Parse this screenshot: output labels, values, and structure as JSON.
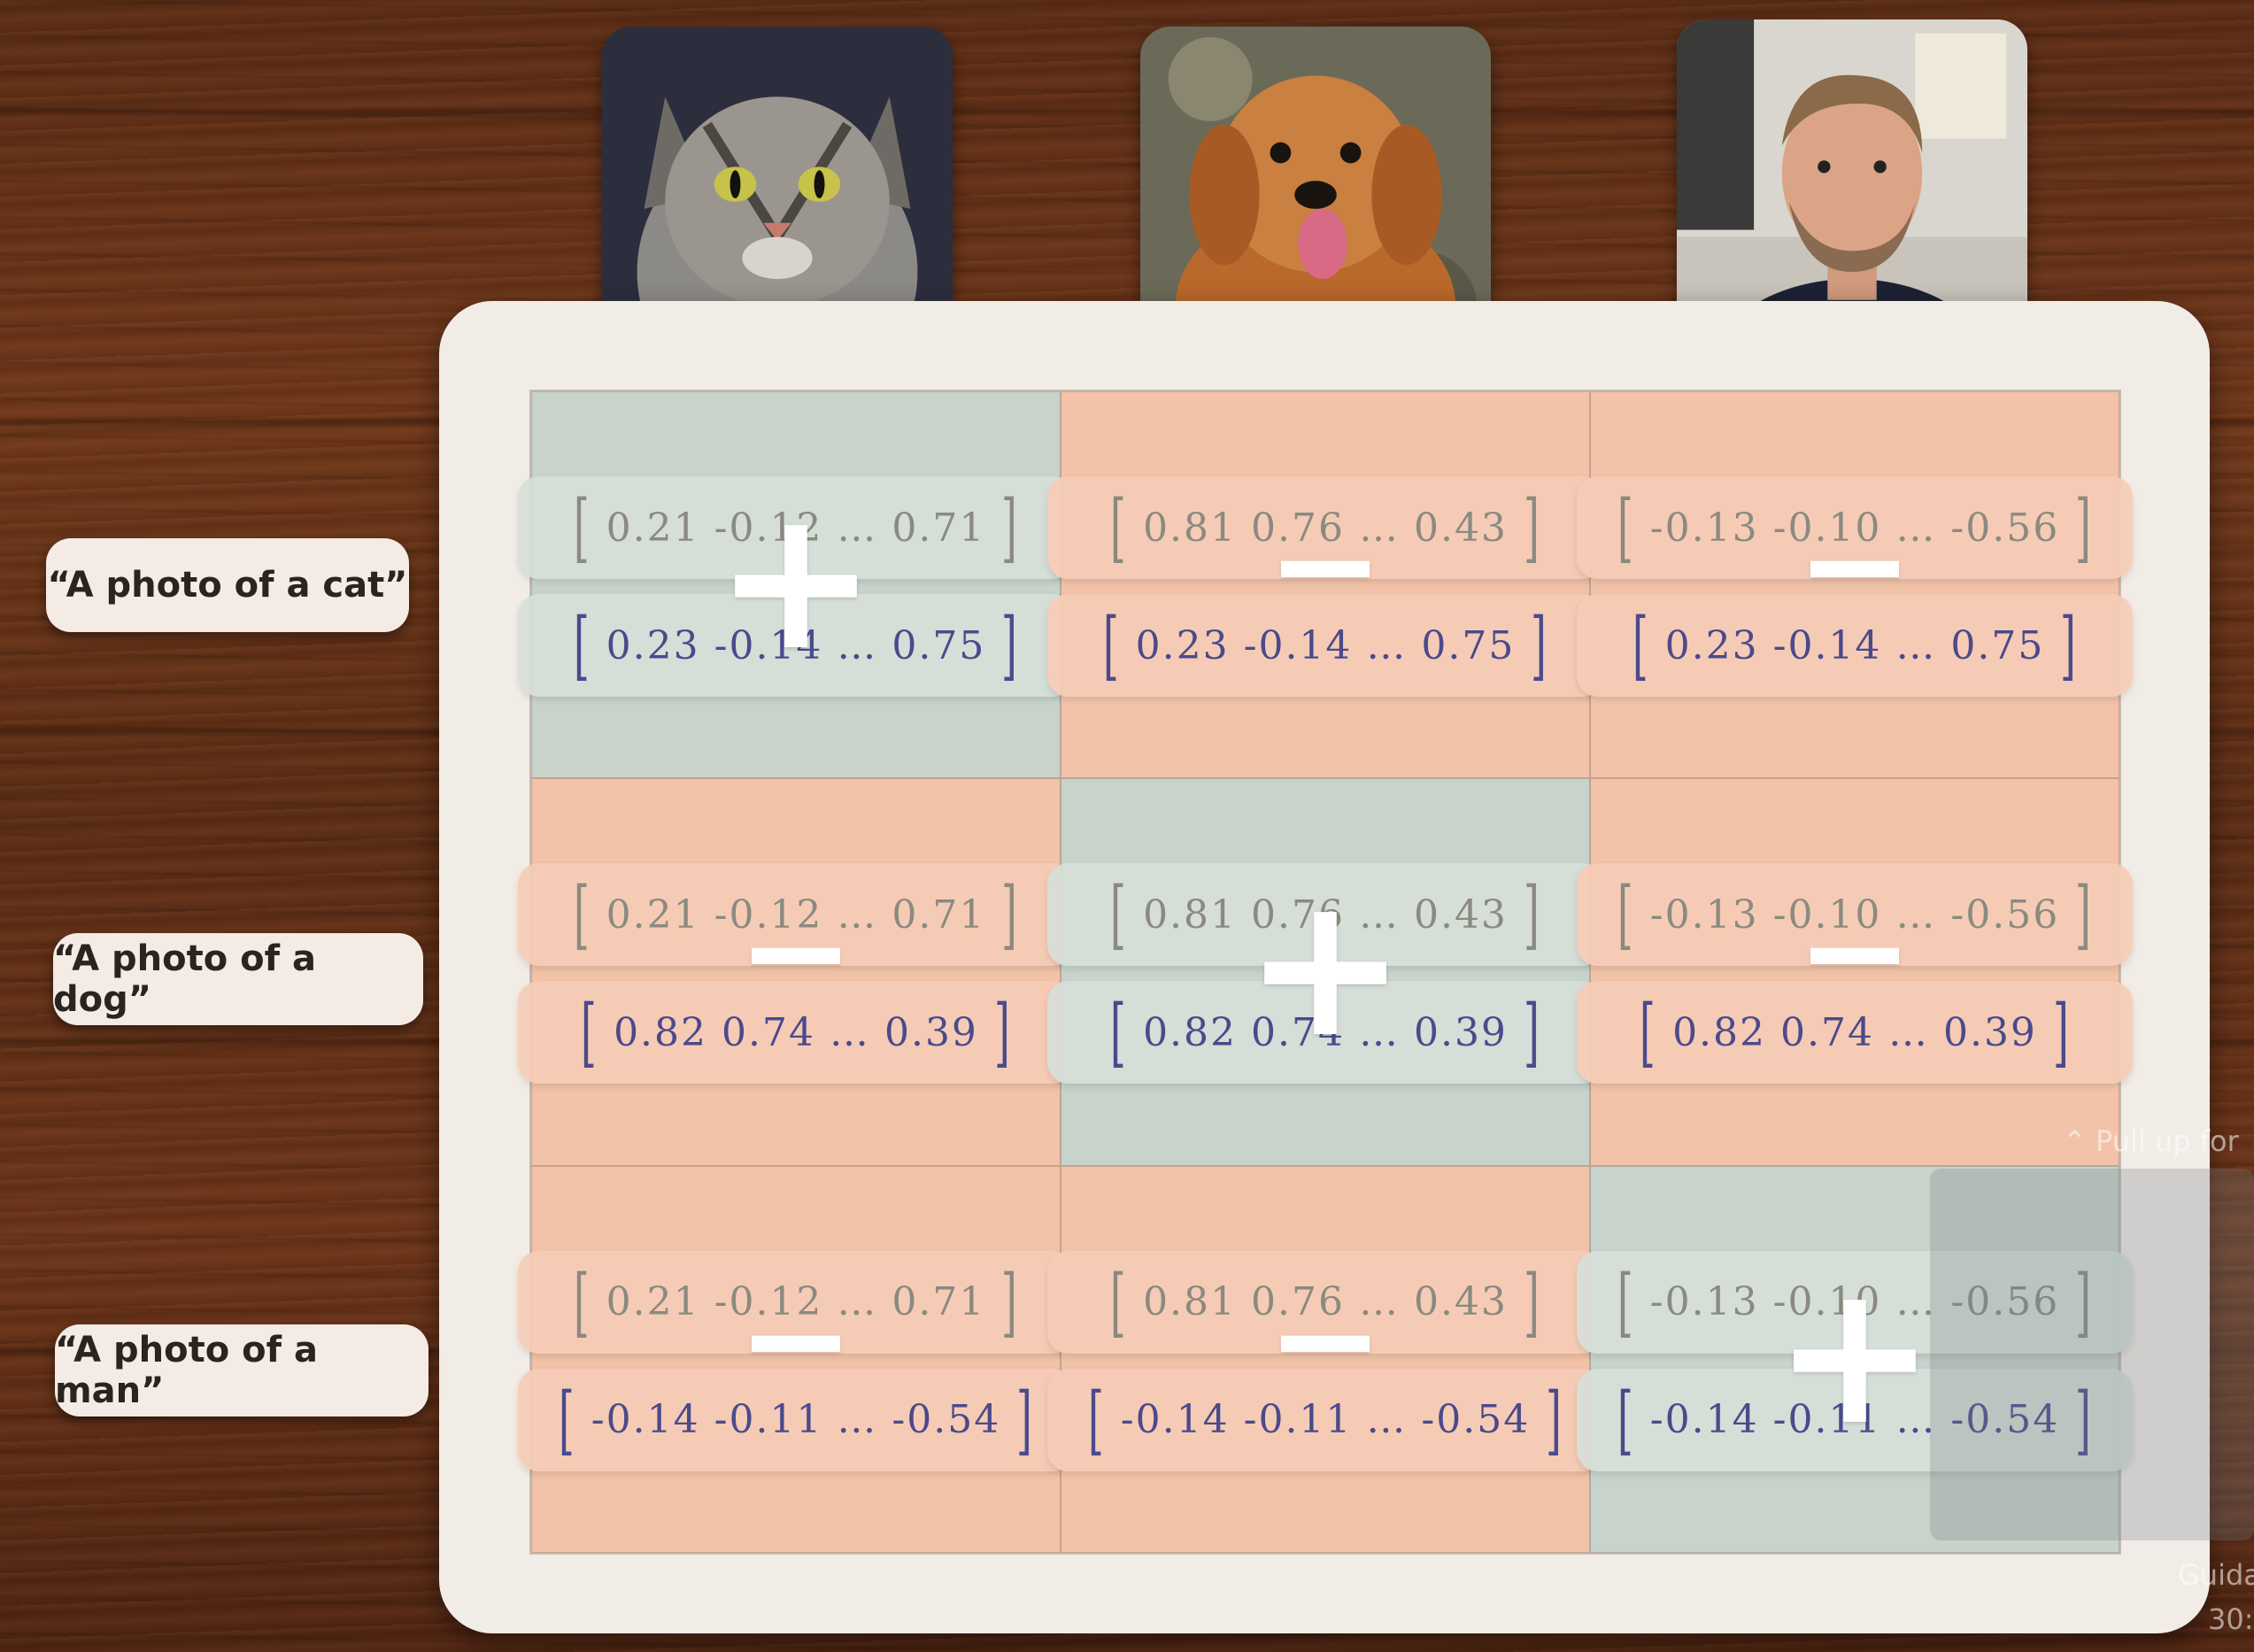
{
  "captions": [
    "“A photo of a cat”",
    "“A photo of a dog”",
    "“A photo of a man”"
  ],
  "photos": [
    "cat-photo",
    "dog-photo",
    "man-photo"
  ],
  "image_vectors": [
    "0.21  -0.12  …  0.71",
    "0.81   0.76  …  0.43",
    "-0.13  -0.10  …  -0.56"
  ],
  "text_vectors": [
    "0.23  -0.14  …  0.75",
    "0.82   0.74  …  0.39",
    "-0.14  -0.11  …  -0.54"
  ],
  "signs": {
    "plus": "+",
    "minus": "−"
  },
  "brackets": {
    "open": "[",
    "close": "]"
  },
  "overlay": {
    "pull_up": "⌃ Pull up for",
    "corner_1": "Guida",
    "corner_2": "30:"
  },
  "colors": {
    "positive_cell": "#c8d3cc",
    "negative_cell": "#f2c3a8",
    "text_vector": "#4a4a8c",
    "image_vector": "#8a8a80"
  }
}
